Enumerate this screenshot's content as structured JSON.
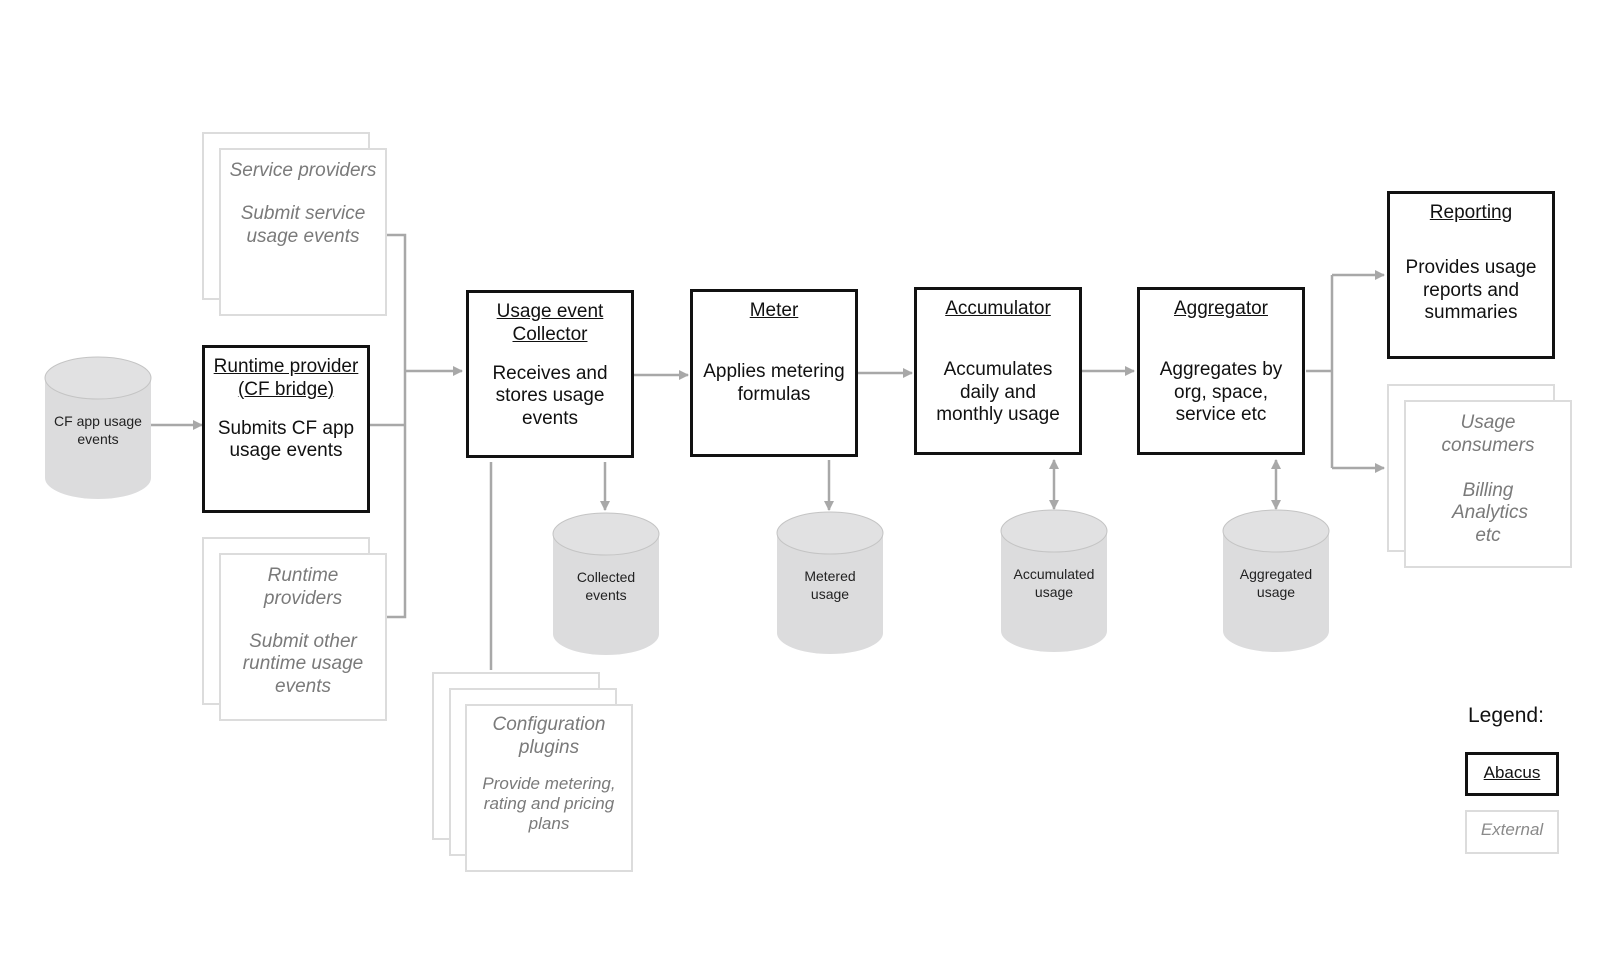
{
  "boxes": {
    "service_providers": {
      "title": "Service providers",
      "desc": "Submit service usage events"
    },
    "runtime_provider": {
      "title": "Runtime provider (CF bridge)",
      "desc": "Submits CF app usage events"
    },
    "runtime_providers": {
      "title": "Runtime providers",
      "desc": "Submit other runtime usage events"
    },
    "collector": {
      "title": "Usage event Collector",
      "desc": "Receives and stores usage events"
    },
    "meter": {
      "title": "Meter",
      "desc": "Applies metering formulas"
    },
    "accumulator": {
      "title": "Accumulator",
      "desc": "Accumulates daily and monthly usage"
    },
    "aggregator": {
      "title": "Aggregator",
      "desc": "Aggregates by org, space, service etc"
    },
    "reporting": {
      "title": "Reporting",
      "desc": "Provides usage reports and summaries"
    },
    "usage_consumers": {
      "title": "Usage consumers",
      "desc": "Billing Analytics etc"
    },
    "config_plugins": {
      "title": "Configuration plugins",
      "desc": "Provide metering, rating and pricing plans"
    }
  },
  "stores": {
    "cf_app": "CF app usage events",
    "collected": "Collected events",
    "metered": "Metered usage",
    "accumulated": "Accumulated usage",
    "aggregated": "Aggregated usage"
  },
  "legend": {
    "title": "Legend:",
    "abacus": "Abacus",
    "external": "External"
  },
  "colors": {
    "abacus_border": "#111111",
    "external_border": "#dcdcdc",
    "external_text": "#7a7a7a",
    "connector": "#a8a8a8",
    "cylinder_fill": "#dcdcdd"
  }
}
